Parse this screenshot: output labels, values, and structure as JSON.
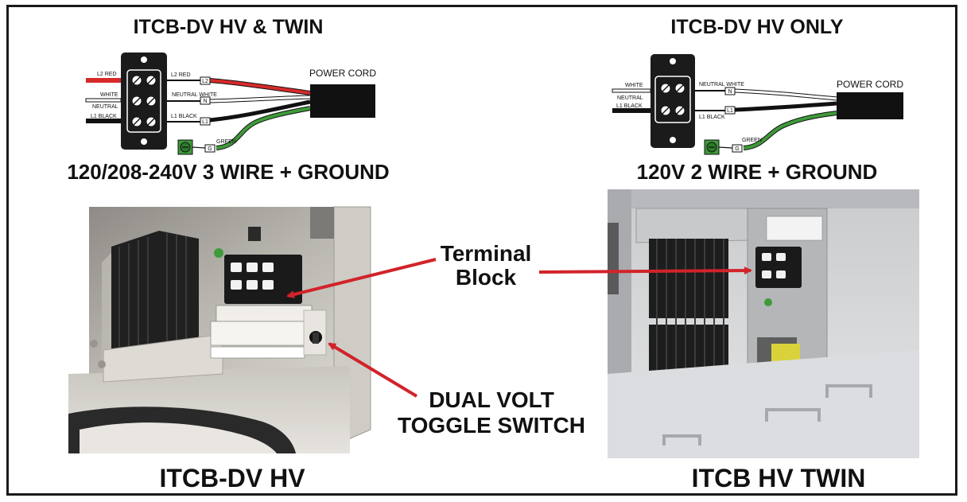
{
  "left_diagram": {
    "title": "ITCB-DV HV & TWIN",
    "voltage_caption": "120/208-240V 3 WIRE + GROUND",
    "power_cord_label": "POWER CORD",
    "wires": {
      "l2_red_in": "L2 RED",
      "white_in": "WHITE",
      "neutral_in": "NEUTRAL",
      "l1_black_in": "L1 BLACK",
      "l2_red_out": "L2 RED",
      "neutral_white_out": "NEUTRAL  WHITE",
      "l1_black_out": "L1 BLACK",
      "green": "GREEN"
    },
    "tags": {
      "l2": "L2",
      "n": "N",
      "l1": "L1",
      "g": "G"
    }
  },
  "right_diagram": {
    "title": "ITCB-DV HV ONLY",
    "voltage_caption": "120V 2 WIRE + GROUND",
    "power_cord_label": "POWER CORD",
    "wires": {
      "white_in": "WHITE",
      "neutral_in": "NEUTRAL",
      "l1_black_in": "L1 BLACK",
      "neutral_white_out": "NEUTRAL  WHITE",
      "l1_black_out": "L1 BLACK",
      "green": "GREEN"
    },
    "tags": {
      "n": "N",
      "l1": "L1",
      "g": "G"
    }
  },
  "callouts": {
    "terminal_line1": "Terminal",
    "terminal_line2": "Block",
    "toggle_line1": "DUAL VOLT",
    "toggle_line2": "TOGGLE SWITCH"
  },
  "photos": {
    "left_caption": "ITCB-DV HV",
    "right_caption": "ITCB HV TWIN"
  },
  "colors": {
    "wire_red": "#d62a2a",
    "wire_green": "#3f9a3a",
    "arrow_red": "#d2232a",
    "black": "#111111"
  }
}
